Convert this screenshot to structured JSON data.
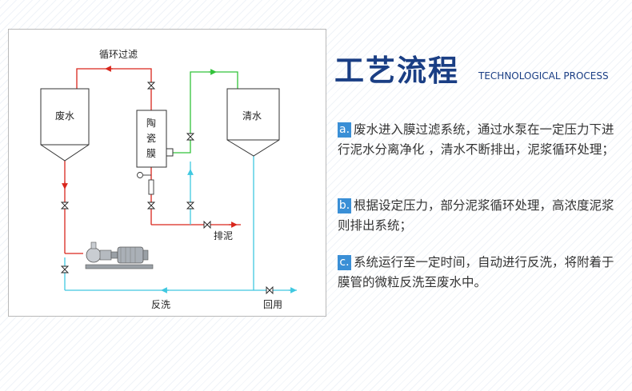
{
  "header": {
    "title": "工艺流程",
    "subtitle": "TECHNOLOGICAL PROCESS"
  },
  "steps": [
    {
      "letter": "a.",
      "text": "废水进入膜过滤系统，通过水泵在一定压力下进行泥水分离净化 ，清水不断排出，泥浆循环处理；"
    },
    {
      "letter": "b.",
      "text": "根据设定压力，部分泥浆循环处理，高浓度泥浆则排出系统；"
    },
    {
      "letter": "c.",
      "text": "系统运行至一定时间，自动进行反洗，将附着于膜管的微粒反洗至废水中。"
    }
  ],
  "diagram": {
    "labels": {
      "loop": "循环过滤",
      "waste_tank": "废水",
      "membrane_1": "陶",
      "membrane_2": "瓷",
      "membrane_3": "膜",
      "clean_tank": "清水",
      "sludge_out": "排泥",
      "backwash": "反洗",
      "reuse": "回用"
    },
    "colors": {
      "red": "#d9261c",
      "green": "#32c23a",
      "cyan": "#40c8e0",
      "blue_title": "#1a3e84",
      "badge": "#3a8fd6"
    }
  }
}
